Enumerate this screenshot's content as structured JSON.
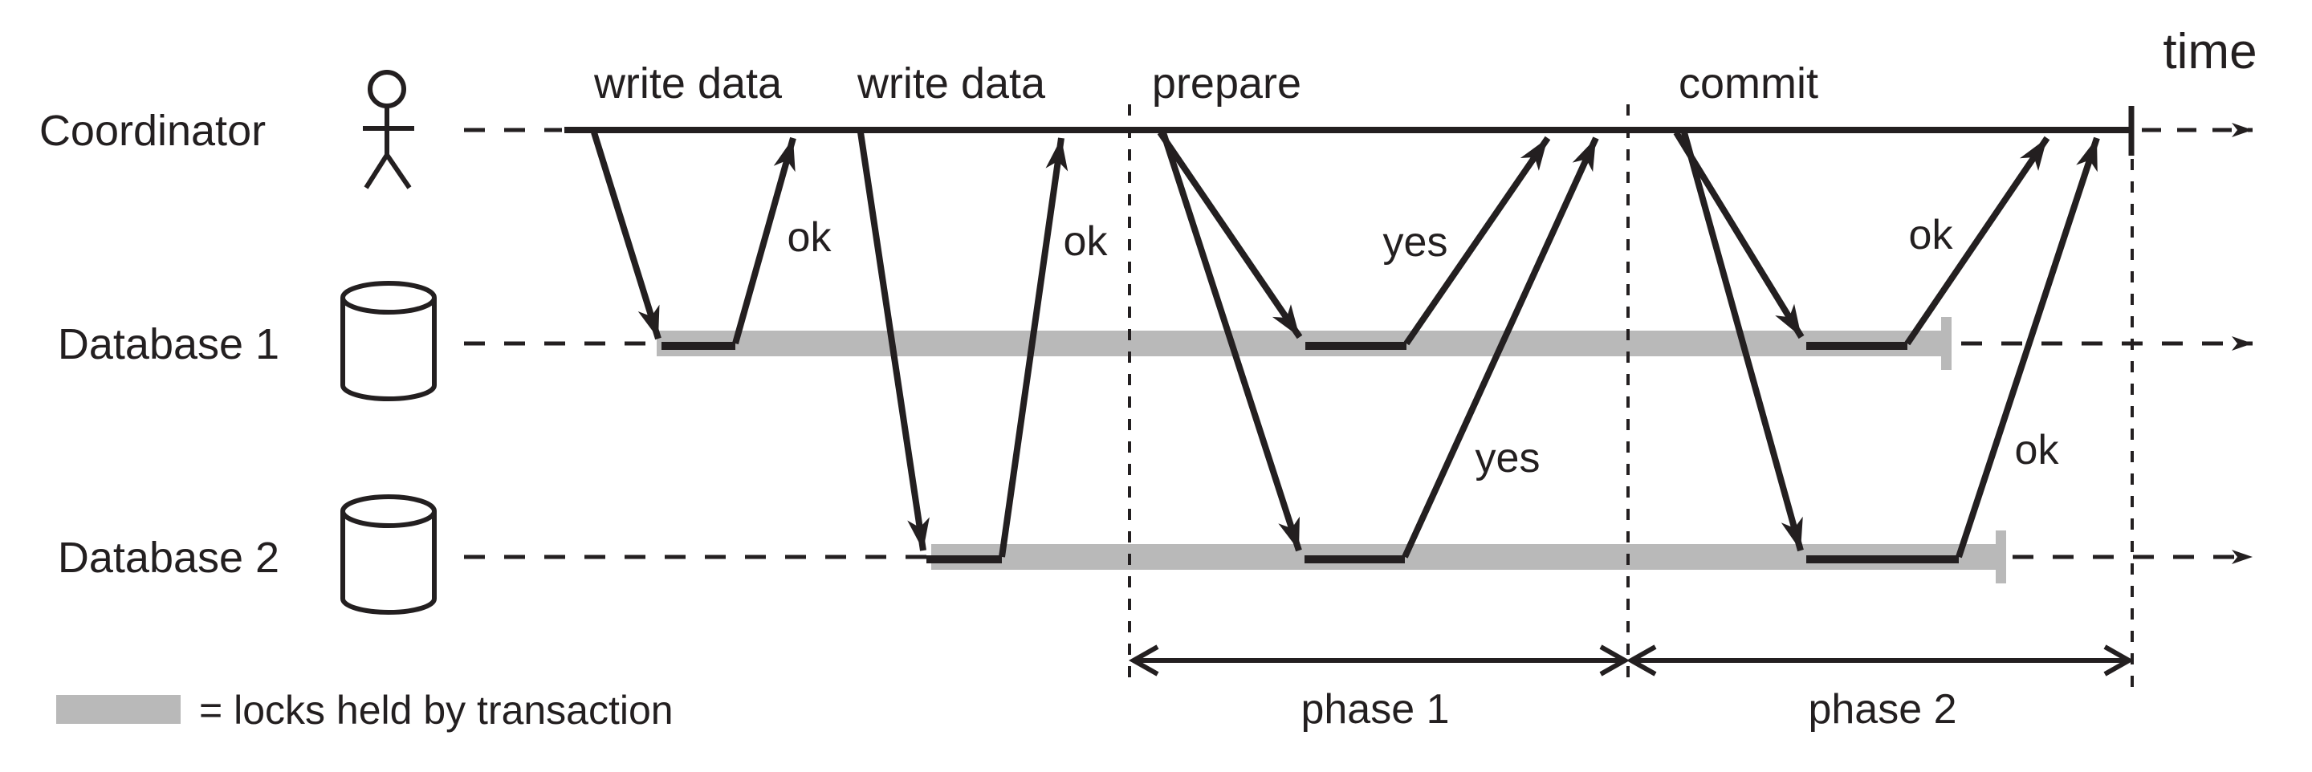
{
  "colors": {
    "ink": "#231f20",
    "lock_gray": "#b9b9b9",
    "background": "#ffffff"
  },
  "actors": {
    "coordinator": "Coordinator",
    "database1": "Database 1",
    "database2": "Database 2"
  },
  "axis": {
    "time": "time"
  },
  "messages": {
    "write_data_1": "write data",
    "write_data_2": "write data",
    "prepare": "prepare",
    "commit": "commit",
    "ok_write_1": "ok",
    "ok_write_2": "ok",
    "yes_db1": "yes",
    "yes_db2": "yes",
    "ok_commit_db1": "ok",
    "ok_commit_db2": "ok"
  },
  "phases": {
    "phase1": "phase 1",
    "phase2": "phase 2"
  },
  "legend": {
    "label": "= locks held by transaction"
  }
}
